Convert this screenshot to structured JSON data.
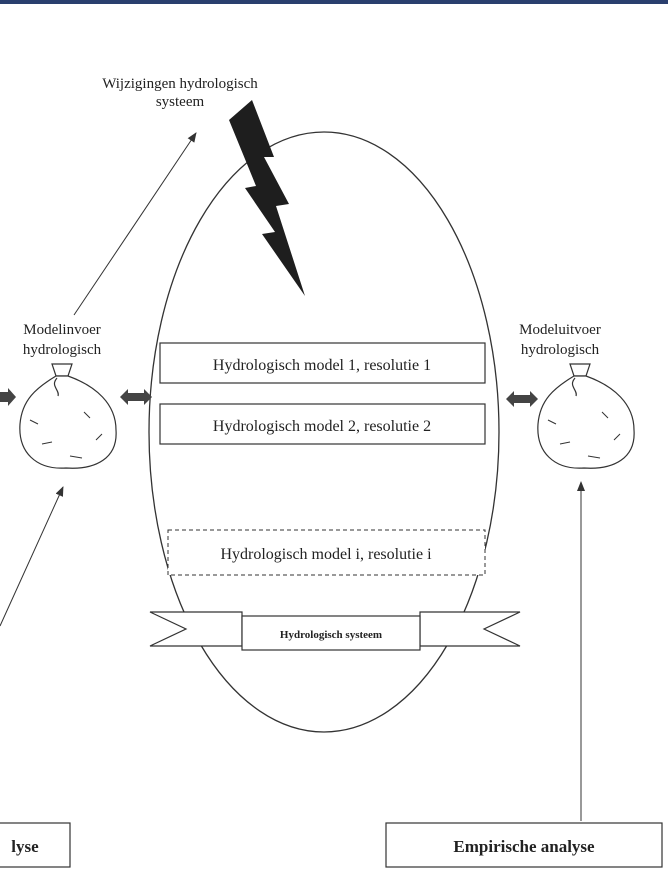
{
  "header_color": "#2a3f6e",
  "top_label": {
    "line1": "Wijzigingen hydrologisch",
    "line2": "systeem"
  },
  "input_label": {
    "line1": "Modelinvoer",
    "line2": "hydrologisch"
  },
  "output_label": {
    "line1": "Modeluitvoer",
    "line2": "hydrologisch"
  },
  "models": [
    {
      "label": "Hydrologisch model 1, resolutie 1",
      "border": "solid"
    },
    {
      "label": "Hydrologisch model 2, resolutie 2",
      "border": "solid"
    },
    {
      "label": "Hydrologisch model i, resolutie i",
      "border": "dashed"
    }
  ],
  "banner_label": "Hydrologisch systeem",
  "left_box_label": "lyse",
  "right_box_label": "Empirische analyse",
  "icons": [
    "lightning-icon",
    "input-bag-icon",
    "output-bag-icon"
  ]
}
